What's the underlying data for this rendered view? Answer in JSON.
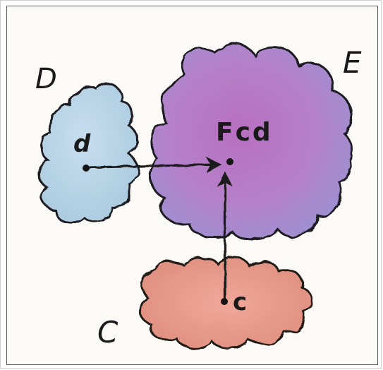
{
  "labels": {
    "set_D": "D",
    "set_E": "E",
    "set_C": "C",
    "point_d": "d",
    "point_c": "c",
    "point_Fcd": "Fcd"
  },
  "colors": {
    "paper": "#fbfaf6",
    "blob_D_fill": "#bcd6e6",
    "blob_E_fill": "#b27cc4",
    "blob_C_fill": "#e59a8a",
    "ink": "#1a1a1a"
  }
}
